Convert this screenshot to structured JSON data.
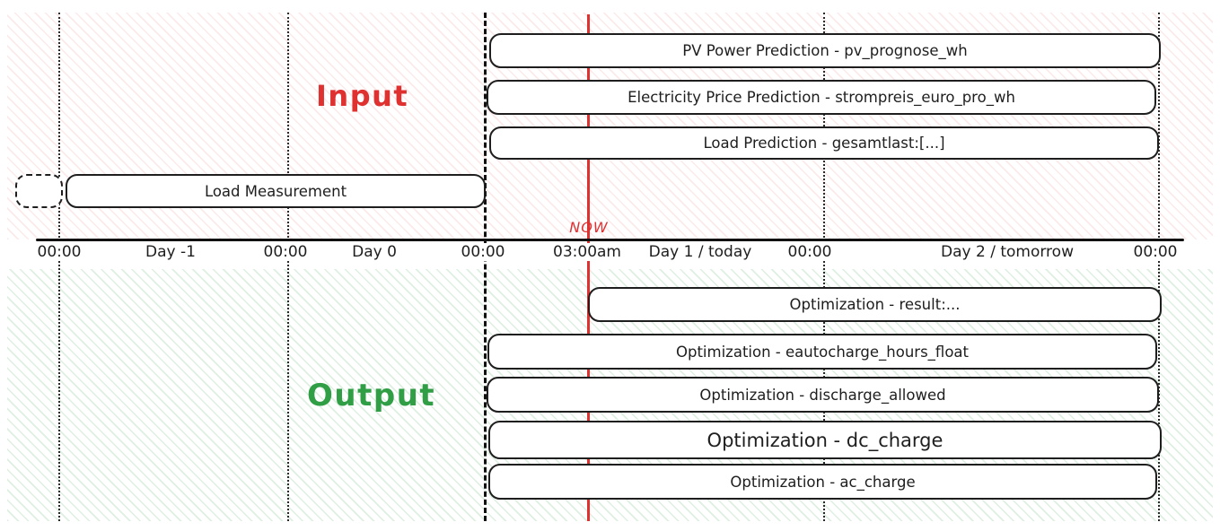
{
  "timeline": {
    "now_label": "NOW",
    "ticks": [
      "00:00",
      "Day -1",
      "00:00",
      "Day 0",
      "00:00",
      "03:00am",
      "Day 1 / today",
      "00:00",
      "Day 2 / tomorrow",
      "00:00"
    ]
  },
  "input_section": {
    "label": "Input",
    "accent_color": "#e03131",
    "bars": [
      {
        "label": "PV Power Prediction - pv_prognose_wh"
      },
      {
        "label": "Electricity Price Prediction - strompreis_euro_pro_wh"
      },
      {
        "label": "Load Prediction - gesamtlast:[...]"
      },
      {
        "label": "Load Measurement"
      }
    ]
  },
  "output_section": {
    "label": "Output",
    "accent_color": "#2f9e44",
    "bars": [
      {
        "label": "Optimization - result:..."
      },
      {
        "label": "Optimization - eautocharge_hours_float"
      },
      {
        "label": "Optimization - discharge_allowed"
      },
      {
        "label": "Optimization - dc_charge"
      },
      {
        "label": "Optimization - ac_charge"
      }
    ]
  }
}
